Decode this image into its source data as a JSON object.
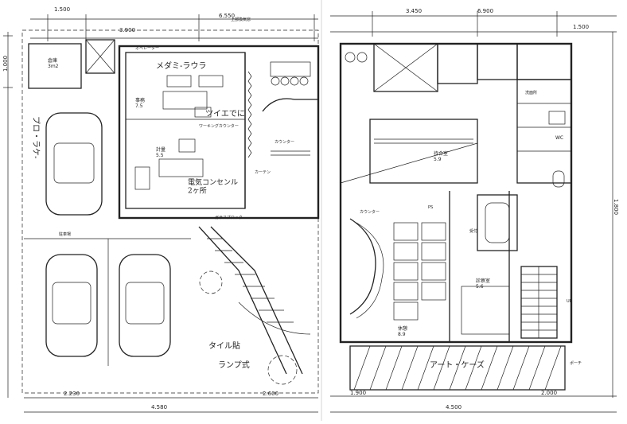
{
  "left_plan": {
    "top_dims": [
      "1.500",
      "3.900",
      "6.550"
    ],
    "bottom_dims": [
      "2.230",
      "4.580",
      "2.600"
    ],
    "left_dims": [
      "1.000"
    ],
    "room_labels": [
      {
        "text": "倉庫\n3m2",
        "name": "room-label-warehouse"
      },
      {
        "text": "オペレーター",
        "name": "room-label-operator"
      },
      {
        "text": "上部換気窓",
        "name": "room-label-upper-vent"
      },
      {
        "text": "ワーキングカウンター",
        "name": "room-label-working-counter"
      },
      {
        "text": "事務\n7.5",
        "name": "room-label-office"
      },
      {
        "text": "計量\n5.5",
        "name": "room-label-weighing"
      },
      {
        "text": "カーテン",
        "name": "room-label-curtain"
      },
      {
        "text": "カウンター",
        "name": "room-label-counter"
      },
      {
        "text": "ガラスブロック",
        "name": "room-label-glass-block"
      },
      {
        "text": "駐車場",
        "name": "room-label-parking"
      }
    ],
    "handwritten": [
      {
        "text": "メダミ-ラウラ",
        "name": "handwritten-top-note"
      },
      {
        "text": "ツイエでに",
        "name": "handwritten-right-note"
      },
      {
        "text": "電気コンセンル\n2ヶ所",
        "name": "handwritten-outlet-note"
      },
      {
        "text": "プロ・ラケ-",
        "name": "handwritten-left-vertical"
      },
      {
        "text": "タイル貼",
        "name": "handwritten-tile-note"
      },
      {
        "text": "ランプ式",
        "name": "handwritten-ramp-note"
      }
    ]
  },
  "right_plan": {
    "top_dims": [
      "3.450",
      "6.900",
      "1.500"
    ],
    "bottom_dims": [
      "1.900",
      "4.500",
      "2.000"
    ],
    "right_dims": [
      "1.800"
    ],
    "room_labels": [
      {
        "text": "待合室\n5.9",
        "name": "room-label-waiting"
      },
      {
        "text": "カウンター",
        "name": "room-label-counter-2"
      },
      {
        "text": "受付",
        "name": "room-label-reception"
      },
      {
        "text": "洗面所",
        "name": "room-label-washroom"
      },
      {
        "text": "WC",
        "name": "room-label-wc"
      },
      {
        "text": "PS",
        "name": "room-label-ps"
      },
      {
        "text": "休憩\n8.9",
        "name": "room-label-rest"
      },
      {
        "text": "診察室\n5.6",
        "name": "room-label-exam"
      },
      {
        "text": "UP",
        "name": "room-label-stairs-up"
      },
      {
        "text": "ポーチ",
        "name": "room-label-porch"
      }
    ],
    "handwritten": [
      {
        "text": "アート・ケーズ",
        "name": "handwritten-bottom-note"
      }
    ]
  }
}
